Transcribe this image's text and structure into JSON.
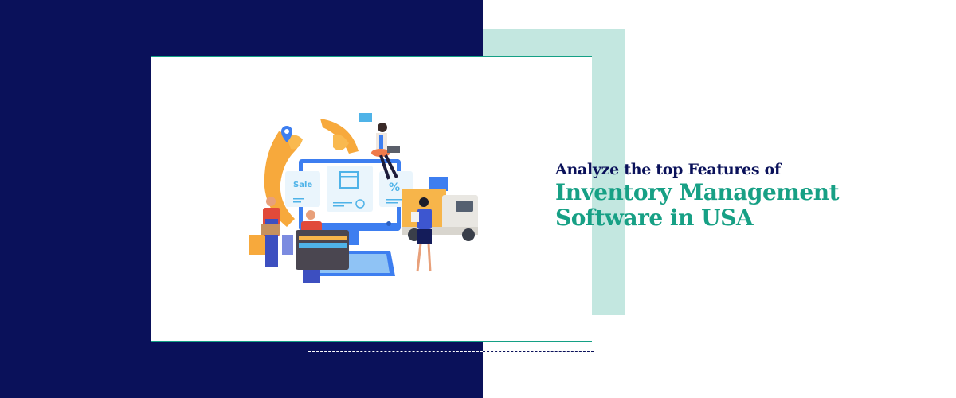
{
  "banner": {
    "kicker": "Analyze the top Features of",
    "title_line1": "Inventory Management",
    "title_line2": "Software in USA"
  },
  "illustration": {
    "screen_cards": [
      {
        "label": "Sale",
        "icon": "sale-tag-icon"
      },
      {
        "label": "",
        "icon": "window-check-icon"
      },
      {
        "label": "%",
        "icon": "percent-icon"
      }
    ],
    "elements": [
      "globe-map-icon",
      "location-pin-icon",
      "monitor-icon",
      "keyboard-icon",
      "credit-card-icon",
      "delivery-truck-icon",
      "chat-bubble-icon",
      "shopping-bags-icon",
      "worker-with-box",
      "man-with-card",
      "woman-with-laptop",
      "woman-with-clipboard"
    ]
  },
  "colors": {
    "navy": "#0a115a",
    "teal": "#17a085",
    "mint": "#c3e7e0",
    "orange": "#f7a93c",
    "blue": "#3d7ef0",
    "sky": "#4fb3e8"
  }
}
